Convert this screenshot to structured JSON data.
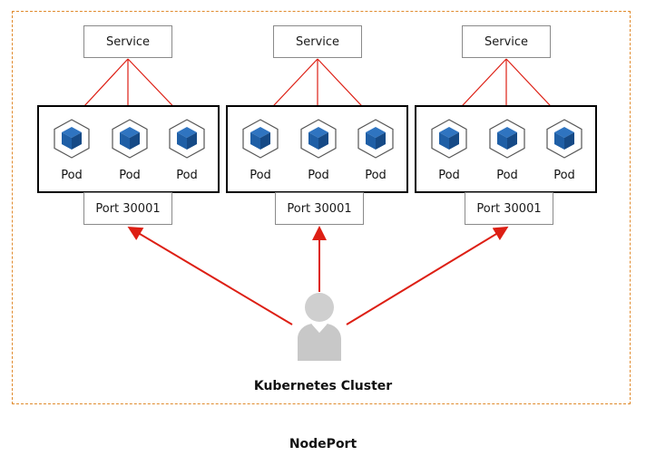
{
  "diagram": {
    "title": "NodePort",
    "cluster_label": "Kubernetes Cluster",
    "nodes": [
      {
        "service_label": "Service",
        "port_label": "Port 30001",
        "pods": [
          {
            "label": "Pod"
          },
          {
            "label": "Pod"
          },
          {
            "label": "Pod"
          }
        ]
      },
      {
        "service_label": "Service",
        "port_label": "Port 30001",
        "pods": [
          {
            "label": "Pod"
          },
          {
            "label": "Pod"
          },
          {
            "label": "Pod"
          }
        ]
      },
      {
        "service_label": "Service",
        "port_label": "Port 30001",
        "pods": [
          {
            "label": "Pod"
          },
          {
            "label": "Pod"
          },
          {
            "label": "Pod"
          }
        ]
      }
    ],
    "user_icon": "user-icon",
    "pod_icon": "pod-cube-icon",
    "colors": {
      "arrow": "#dd1f14",
      "cluster_border": "#e08a2c",
      "pod_cube": "#1f5fa6",
      "user": "#c8c8c8"
    }
  }
}
